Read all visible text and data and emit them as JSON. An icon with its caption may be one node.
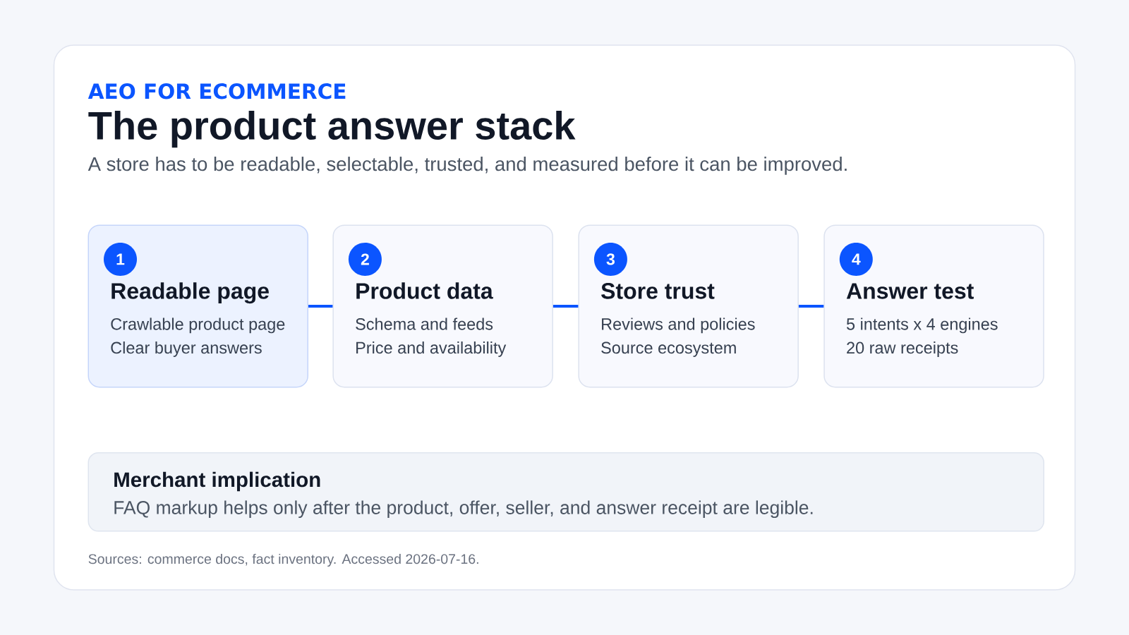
{
  "diagram": {
    "title": "The product answer stack",
    "nodes": [
      {
        "text": [
          "Readable page",
          "Crawlable product page",
          "Clear buyer answers"
        ]
      },
      {
        "text": [
          "1"
        ],
        "in": 0
      },
      {
        "text": [
          "Product data",
          "Schema and feeds",
          "Price and availability"
        ]
      },
      {
        "text": [
          "2"
        ],
        "in": 2
      },
      {
        "text": [
          "Store trust",
          "Reviews and policies",
          "Source ecosystem"
        ]
      },
      {
        "text": [
          "3"
        ],
        "in": 4
      },
      {
        "text": [
          "Answer test",
          "5 intents x 4 engines",
          "20 raw receipts"
        ]
      },
      {
        "text": [
          "4"
        ],
        "in": 6
      },
      {
        "text": [
          "Merchant implication",
          "FAQ markup helps only after the product, offer, seller, and answer receipt are legible."
        ]
      }
    ],
    "edges": [
      {
        "from": 0,
        "to": 2,
        "arrow": "none"
      },
      {
        "from": 2,
        "to": 4,
        "arrow": "none"
      },
      {
        "from": 4,
        "to": 6,
        "arrow": "none"
      }
    ],
    "labels": [
      "AEO FOR ECOMMERCE",
      "A store has to be readable, selectable, trusted, and measured before it can be improved.",
      "Sources: commerce docs, fact inventory. Accessed 2026-07-16."
    ]
  }
}
